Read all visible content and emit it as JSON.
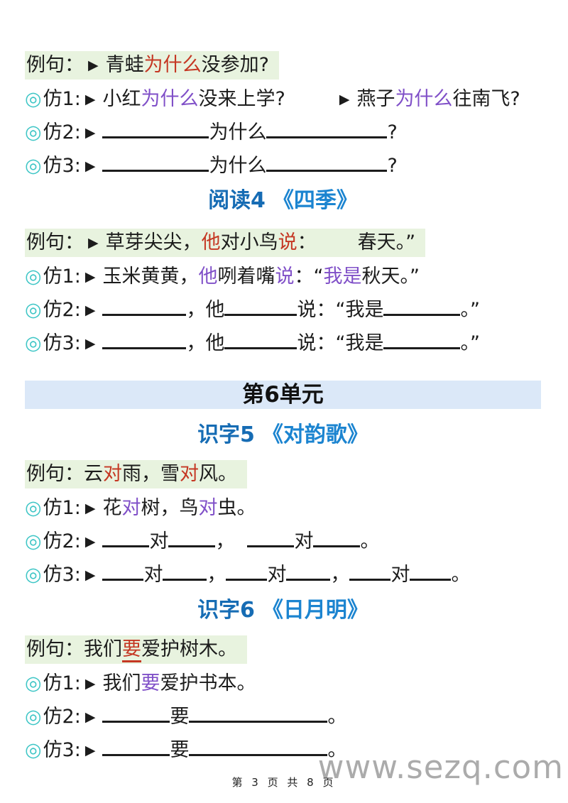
{
  "colors": {
    "highlight_green_bg": "#e8f3df",
    "banner_blue_bg": "#dbe8f8",
    "heading_blue": "#166cb4",
    "title_blue": "#1b84d0",
    "keyword_red": "#c53723",
    "keyword_purple": "#8050c8",
    "circle_teal": "#3fc6c6",
    "watermark_gray": "#ababab"
  },
  "icons": {
    "circle": "◎",
    "arrow": "▶"
  },
  "sections": {
    "a": {
      "example": {
        "label": "例句：",
        "t1": "青蛙",
        "kw": "为什么",
        "t2": "没参加?"
      },
      "f1": {
        "label": "仿1:",
        "t1": "小红",
        "kw": "为什么",
        "t2": "没来上学?",
        "t3": "燕子",
        "kw2": "为什么",
        "t4": "往南飞?"
      },
      "f2": {
        "label": "仿2:",
        "mid": "为什么",
        "end": "?"
      },
      "f3": {
        "label": "仿3:",
        "mid": "为什么",
        "end": "?"
      }
    },
    "b": {
      "heading": {
        "lesson": "阅读4",
        "title": "《四季》"
      },
      "example": {
        "label": "例句：",
        "t1": "草芽尖尖，",
        "kw1": "他",
        "t2": "对小鸟",
        "kw2": "说",
        "t3": "：",
        "t4": "春天。”"
      },
      "f1": {
        "label": "仿1:",
        "t1": "玉米黄黄，",
        "kw1": "他",
        "t2": "咧着嘴",
        "kw2": "说",
        "t3": "：“",
        "kw3": "我是",
        "t4": "秋天。”"
      },
      "f2": {
        "label": "仿2:",
        "m1": "，他",
        "m2": "说：“我是",
        "end": "。”"
      },
      "f3": {
        "label": "仿3:",
        "m1": "，他",
        "m2": "说：“我是",
        "end": "。”"
      }
    },
    "unit_banner": "第6单元",
    "d": {
      "heading": {
        "lesson": "识字5",
        "title": "《对韵歌》"
      },
      "example": {
        "label": "例句：",
        "t1": "云",
        "kw1": "对",
        "t2": "雨，雪",
        "kw2": "对",
        "t3": "风。"
      },
      "f1": {
        "label": "仿1:",
        "t1": "花",
        "kw1": "对",
        "t2": "树，鸟",
        "kw2": "对",
        "t3": "虫。"
      },
      "f2": {
        "label": "仿2:",
        "m1": "对",
        "m2": "，",
        "m3": "对",
        "end": "。"
      },
      "f3": {
        "label": "仿3:",
        "m1": "对",
        "m2": "，",
        "m3": "对",
        "m4": "，",
        "m5": "对",
        "end": "。"
      }
    },
    "e": {
      "heading": {
        "lesson": "识字6",
        "title": "《日月明》"
      },
      "example": {
        "label": "例句：",
        "t1": "我们",
        "kw1": "要",
        "t2": "爱护树木。"
      },
      "f1": {
        "label": "仿1:",
        "t1": "我们",
        "kw1": "要",
        "t2": "爱护书本。"
      },
      "f2": {
        "label": "仿2:",
        "m1": "要",
        "end": "。"
      },
      "f3": {
        "label": "仿3:",
        "m1": "要",
        "end": "。"
      }
    }
  },
  "page": {
    "footer": "第 3 页 共 8 页",
    "watermark": "www.sezq.com"
  }
}
